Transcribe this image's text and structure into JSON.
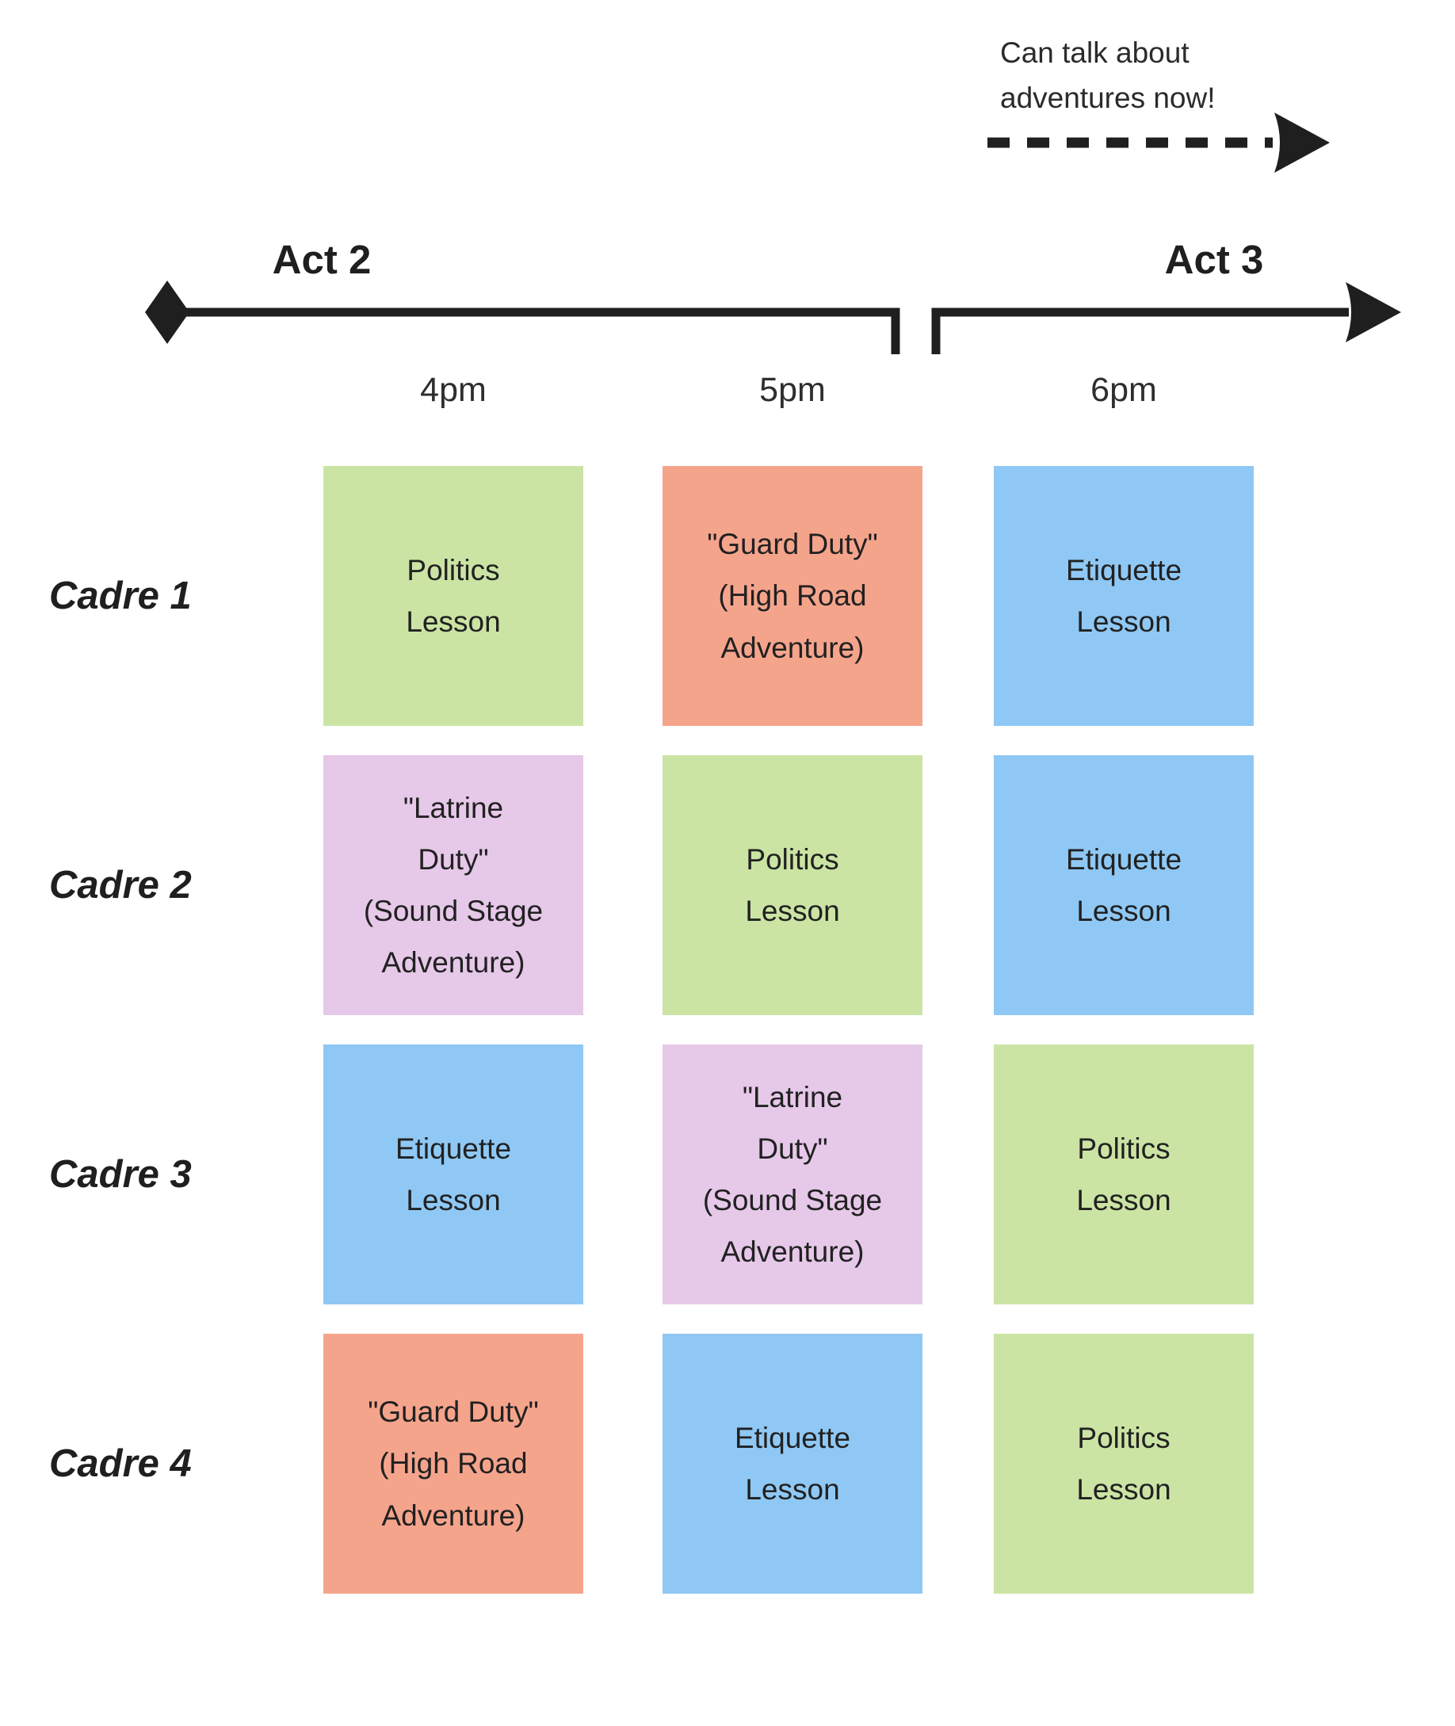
{
  "annotation": {
    "line1": "Can talk about",
    "line2": "adventures now!"
  },
  "timeline": {
    "act2_label": "Act 2",
    "act3_label": "Act 3"
  },
  "time_labels": [
    "4pm",
    "5pm",
    "6pm"
  ],
  "colors": {
    "green": "#CBE4A4",
    "salmon": "#F5A48C",
    "blue": "#8FC8F4",
    "lavender": "#E6C8E9",
    "ink": "#1F1F1F"
  },
  "rows": [
    {
      "label": "Cadre 1",
      "cells": [
        {
          "text": "Politics\nLesson",
          "color": "green"
        },
        {
          "text": "\"Guard Duty\"\n(High Road\nAdventure)",
          "color": "salmon"
        },
        {
          "text": "Etiquette\nLesson",
          "color": "blue"
        }
      ]
    },
    {
      "label": "Cadre 2",
      "cells": [
        {
          "text": "\"Latrine\nDuty\"\n(Sound Stage\nAdventure)",
          "color": "lavender"
        },
        {
          "text": "Politics\nLesson",
          "color": "green"
        },
        {
          "text": "Etiquette\nLesson",
          "color": "blue"
        }
      ]
    },
    {
      "label": "Cadre 3",
      "cells": [
        {
          "text": "Etiquette\nLesson",
          "color": "blue"
        },
        {
          "text": "\"Latrine\nDuty\"\n(Sound Stage\nAdventure)",
          "color": "lavender"
        },
        {
          "text": "Politics\nLesson",
          "color": "green"
        }
      ]
    },
    {
      "label": "Cadre 4",
      "cells": [
        {
          "text": "\"Guard Duty\"\n(High Road\nAdventure)",
          "color": "salmon"
        },
        {
          "text": "Etiquette\nLesson",
          "color": "blue"
        },
        {
          "text": "Politics\nLesson",
          "color": "green"
        }
      ]
    }
  ]
}
